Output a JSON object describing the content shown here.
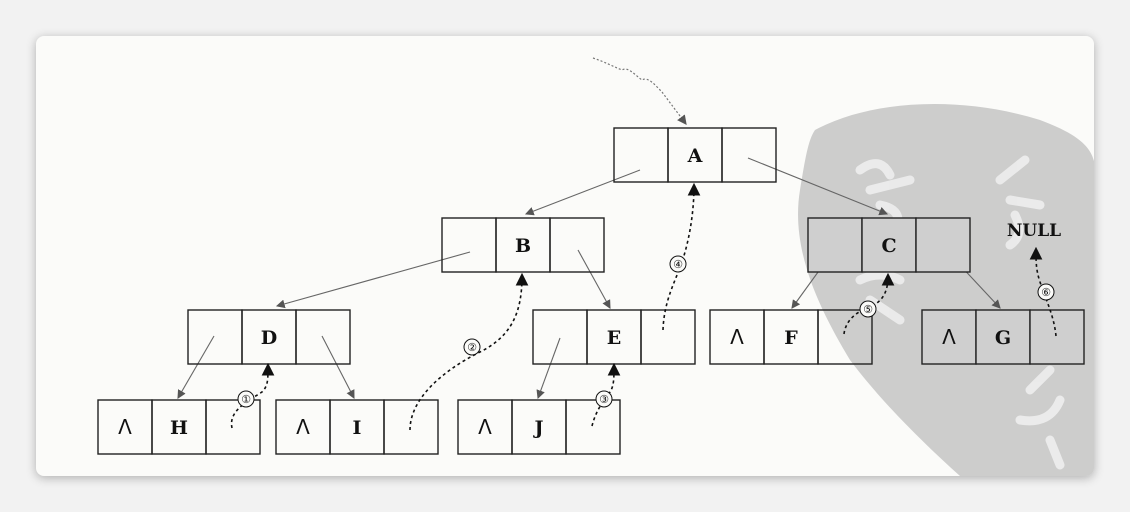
{
  "diagram": {
    "nodes": [
      {
        "id": "A",
        "label": "A",
        "left_null": false,
        "right_null": false
      },
      {
        "id": "B",
        "label": "B",
        "left_null": false,
        "right_null": false
      },
      {
        "id": "C",
        "label": "C",
        "left_null": false,
        "right_null": false
      },
      {
        "id": "D",
        "label": "D",
        "left_null": false,
        "right_null": false
      },
      {
        "id": "E",
        "label": "E",
        "left_null": false,
        "right_null": false
      },
      {
        "id": "F",
        "label": "F",
        "left_null": true,
        "right_null": false
      },
      {
        "id": "G",
        "label": "G",
        "left_null": true,
        "right_null": false
      },
      {
        "id": "H",
        "label": "H",
        "left_null": true,
        "right_null": false
      },
      {
        "id": "I",
        "label": "I",
        "left_null": true,
        "right_null": false
      },
      {
        "id": "J",
        "label": "J",
        "left_null": true,
        "right_null": false
      }
    ],
    "null_symbol": "Λ",
    "null_label": "NULL",
    "edges": [
      {
        "from": "A",
        "to": "B"
      },
      {
        "from": "A",
        "to": "C"
      },
      {
        "from": "B",
        "to": "D"
      },
      {
        "from": "B",
        "to": "E"
      },
      {
        "from": "C",
        "to": "F"
      },
      {
        "from": "C",
        "to": "G"
      },
      {
        "from": "D",
        "to": "H"
      },
      {
        "from": "D",
        "to": "I"
      },
      {
        "from": "E",
        "to": "J"
      }
    ],
    "threads": [
      {
        "from": "H",
        "to": "D",
        "order": "①"
      },
      {
        "from": "I",
        "to": "B",
        "order": "②"
      },
      {
        "from": "J",
        "to": "E",
        "order": "③"
      },
      {
        "from": "E",
        "to": "A",
        "order": "④"
      },
      {
        "from": "F",
        "to": "C",
        "order": "⑤"
      },
      {
        "from": "G",
        "to": "NULL",
        "order": "⑥"
      }
    ]
  },
  "colors": {
    "stroke": "#222222",
    "edge": "#666666",
    "watermark": "#c4c4c4",
    "background": "#fbfbf9"
  }
}
